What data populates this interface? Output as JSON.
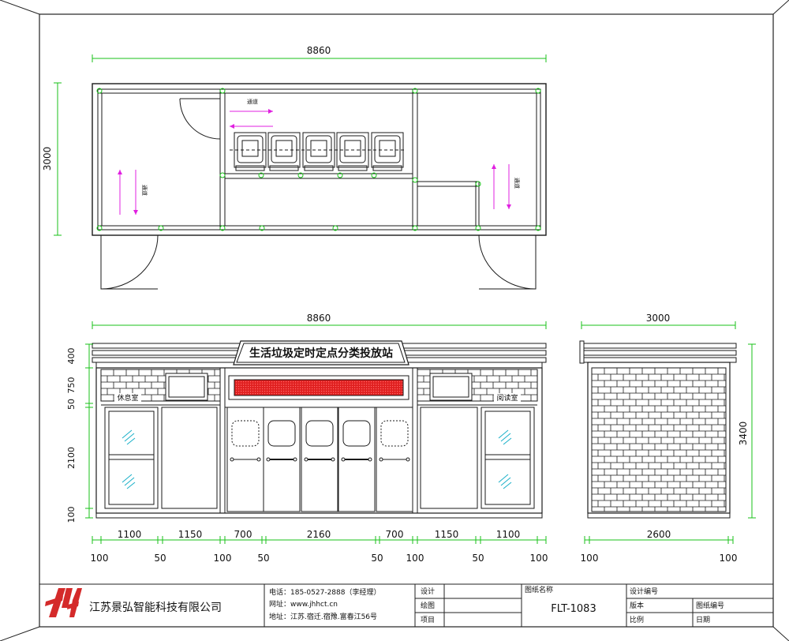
{
  "plan": {
    "width_dim": "8860",
    "depth_dim": "3000",
    "aisle_top": "通道",
    "aisle_left": "通道",
    "aisle_right": "通道"
  },
  "front": {
    "width_dim": "8860",
    "sign_text": "生活垃圾定时定点分类投放站",
    "room_left": "休息室",
    "room_right": "阅读室",
    "vertical_dims": [
      "400",
      "750",
      "50",
      "2100",
      "100"
    ],
    "bottom_dims_upper": [
      "1100",
      "1150",
      "700",
      "2160",
      "700",
      "1150",
      "1100"
    ],
    "bottom_dims_lower": [
      "100",
      "50",
      "100",
      "50",
      "50",
      "100",
      "50",
      "100"
    ]
  },
  "side": {
    "width_dim": "3000",
    "height_dim": "3400",
    "bottom_dim": "2600",
    "bottom_small": [
      "100",
      "100"
    ]
  },
  "title_block": {
    "company": "江苏景弘智能科技有限公司",
    "phone": "电话：185-0527-2888（李经理）",
    "website": "网址：www.jhhct.cn",
    "address": "地址：江苏.宿迁.宿豫.富春江56号",
    "design_label": "设计",
    "drawing_label": "绘图",
    "project_label": "项目",
    "drawing_name_label": "图纸名称",
    "drawing_name": "FLT-1083",
    "design_no_label": "设计编号",
    "version_label": "版本",
    "sheet_no_label": "图纸编号",
    "scale_label": "比例",
    "date_label": "日期"
  },
  "colors": {
    "line": "#1a1a1a",
    "dim": "#19c219",
    "magenta": "#e020e0",
    "led": "#e02020",
    "logo": "#d42a2a"
  }
}
